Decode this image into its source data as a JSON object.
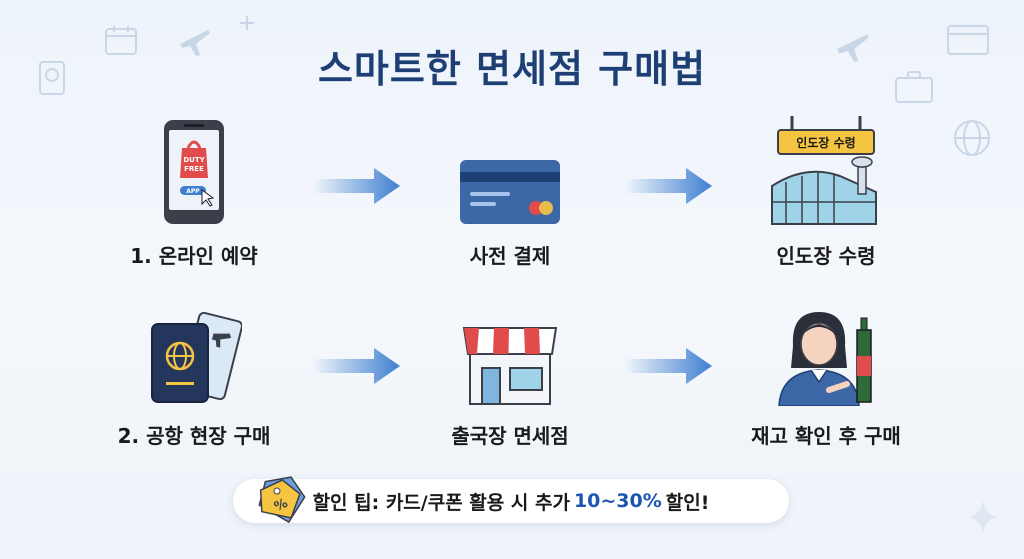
{
  "title": "스마트한 면세점 구매법",
  "row1": {
    "steps": [
      {
        "label": "1. 온라인 예약",
        "icon": "smartphone-app-icon",
        "duty": "DUTY",
        "free": "FREE",
        "app": "APP"
      },
      {
        "label": "사전 결제",
        "icon": "credit-card-icon"
      },
      {
        "label": "인도장 수령",
        "icon": "airport-terminal-icon",
        "sign": "인도장 수령"
      }
    ]
  },
  "row2": {
    "steps": [
      {
        "label": "2. 공항 현장 구매",
        "icon": "passport-ticket-icon"
      },
      {
        "label": "출국장 면세점",
        "icon": "store-icon"
      },
      {
        "label": "재고 확인 후 구매",
        "icon": "shopper-bottle-icon"
      }
    ]
  },
  "tip": {
    "prefix": "할인 팁: 카드/쿠폰 활용 시 추가",
    "highlight": "10~30%",
    "suffix": "할인!"
  },
  "colors": {
    "title": "#1d3f74",
    "arrow": "#3f7fd0",
    "highlight": "#1d56b0",
    "accent_red": "#e24b4b",
    "accent_yellow": "#f5c542"
  }
}
